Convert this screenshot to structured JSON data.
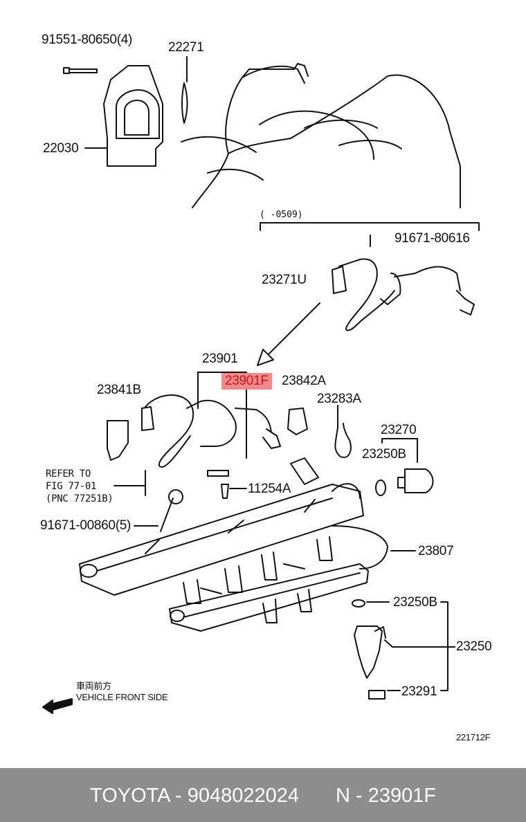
{
  "labels": {
    "bolt_top": "91551-80650(4)",
    "gasket_top": "22271",
    "throttle": "22030",
    "date_range": "(      -0509)",
    "bolt_right": "91671-80616",
    "hose_a": "23271U",
    "assy": "23901",
    "assy_f": "23901F",
    "clip_a": "23842A",
    "clip_b": "23841B",
    "wire_a": "23283A",
    "regulator": "23270",
    "oring_a": "23250B",
    "refer_1": "REFER TO",
    "refer_2": "FIG  77-01",
    "refer_3": "(PNC  77251B)",
    "sensor": "11254A",
    "bolt_left": "91671-00860(5)",
    "rail": "23807",
    "oring_b": "23250B",
    "injector": "23250",
    "insulator": "23291",
    "front_jp": "車両前方",
    "front_en": "VEHICLE FRONT SIDE",
    "fig_no": "221712F"
  },
  "footer": {
    "brand": "TOYOTA - 9048022024",
    "part": "N - 23901F"
  },
  "colors": {
    "highlight": "#f38a8a",
    "highlight_text": "#c4161c",
    "footer_bg": "#8d8d8d"
  }
}
